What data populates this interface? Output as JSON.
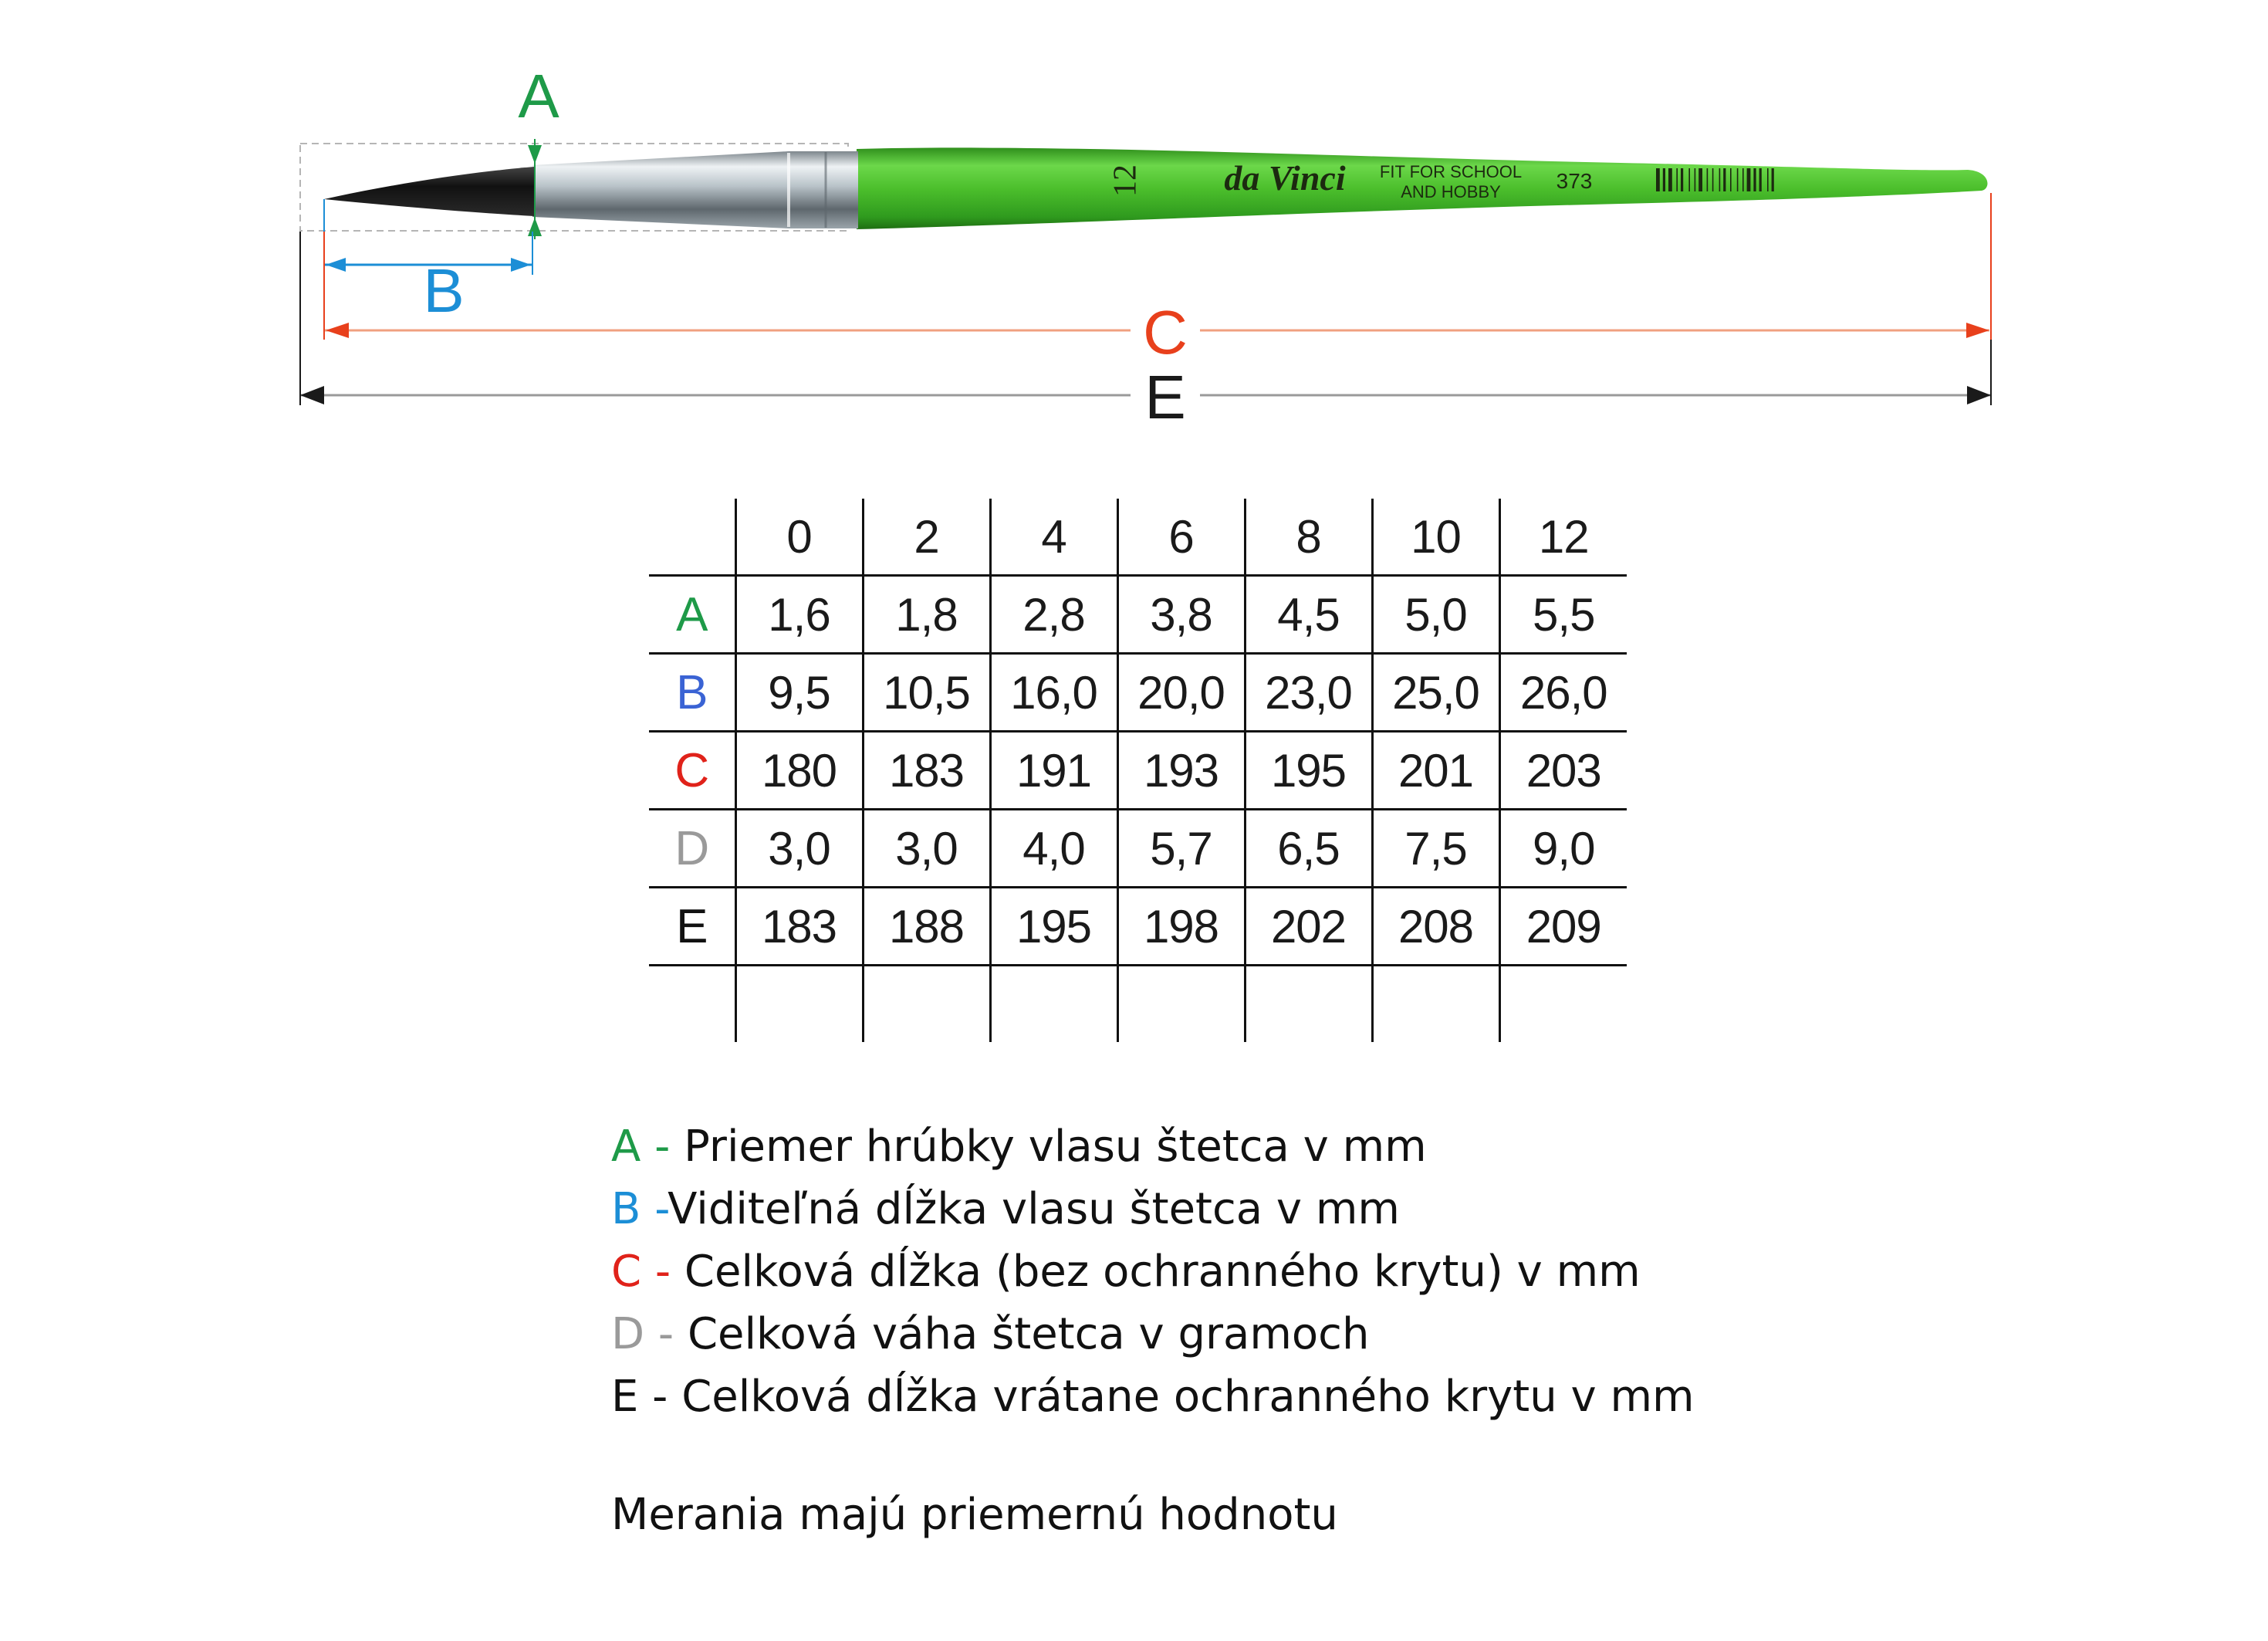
{
  "diagram": {
    "labels": {
      "A": "A",
      "B": "B",
      "C": "C",
      "E": "E"
    },
    "brush": {
      "size_marking": "12",
      "brand": "da Vinci",
      "tagline_line1": "FIT FOR SCHOOL",
      "tagline_line2": "AND HOBBY",
      "series": "373"
    }
  },
  "table": {
    "headers": [
      "0",
      "2",
      "4",
      "6",
      "8",
      "10",
      "12"
    ],
    "rows": [
      {
        "label": "A",
        "values": [
          "1,6",
          "1,8",
          "2,8",
          "3,8",
          "4,5",
          "5,0",
          "5,5"
        ]
      },
      {
        "label": "B",
        "values": [
          "9,5",
          "10,5",
          "16,0",
          "20,0",
          "23,0",
          "25,0",
          "26,0"
        ]
      },
      {
        "label": "C",
        "values": [
          "180",
          "183",
          "191",
          "193",
          "195",
          "201",
          "203"
        ]
      },
      {
        "label": "D",
        "values": [
          "3,0",
          "3,0",
          "4,0",
          "5,7",
          "6,5",
          "7,5",
          "9,0"
        ]
      },
      {
        "label": "E",
        "values": [
          "183",
          "188",
          "195",
          "198",
          "202",
          "208",
          "209"
        ]
      }
    ]
  },
  "legend": [
    {
      "key": "A -",
      "text": " Priemer hrúbky vlasu štetca v mm"
    },
    {
      "key": "B -",
      "text": "Viditeľná dĺžka vlasu štetca v mm"
    },
    {
      "key": "C -",
      "text": " Celková dĺžka (bez ochranného krytu) v mm"
    },
    {
      "key": "D -",
      "text": " Celková váha štetca v gramoch"
    },
    {
      "key": "E -",
      "text": " Celková dĺžka vrátane ochranného krytu v mm"
    }
  ],
  "footnote": "Merania majú priemernú hodnotu",
  "colors": {
    "A": "#1e9a48",
    "B": "#1c8ed6",
    "C": "#e8401c",
    "D": "#9a9a9a",
    "E": "#1a1a1a",
    "row_label_A": "#1e9a48",
    "row_label_B": "#3a63d4",
    "row_label_C": "#e0221a",
    "row_label_D": "#9a9a9a",
    "row_label_E": "#111111",
    "legend_A": "#1e9a48",
    "legend_B": "#1c8ed6",
    "legend_C": "#e0221a",
    "legend_D": "#9a9a9a",
    "legend_E": "#111111",
    "handle": "#4cbf2c",
    "ferrule": "#b9c3c9"
  }
}
